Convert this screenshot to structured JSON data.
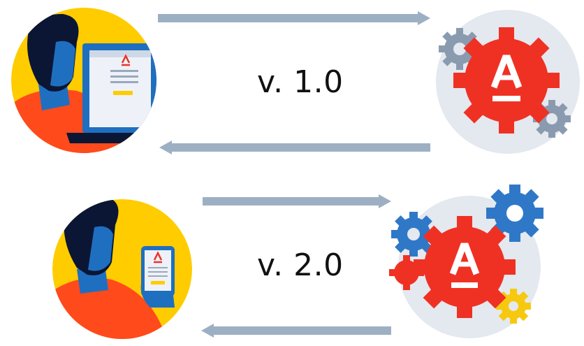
{
  "rows": [
    {
      "version": "v. 1.0",
      "client_device": "laptop",
      "server": "gears-bank-logo"
    },
    {
      "version": "v. 2.0",
      "client_device": "smartphone",
      "server": "gears-bank-logo"
    }
  ],
  "logo_letter": "A",
  "colors": {
    "arrow": "#9db0c3",
    "logo_red": "#ef3124",
    "user_yellow": "#ffcc00",
    "user_shirt": "#ff4a1c",
    "hair_navy": "#0b1635",
    "skin_blue": "#1f6fc0",
    "server_bg": "#e4e8ef",
    "gear_gray": "#8a9bb0",
    "gear_blue": "#2f78c8",
    "gear_yellow": "#f6c90e"
  },
  "icons": [
    "laptop-icon",
    "smartphone-icon",
    "gear-icon",
    "bank-logo-icon",
    "arrow-right-icon",
    "arrow-left-icon"
  ]
}
